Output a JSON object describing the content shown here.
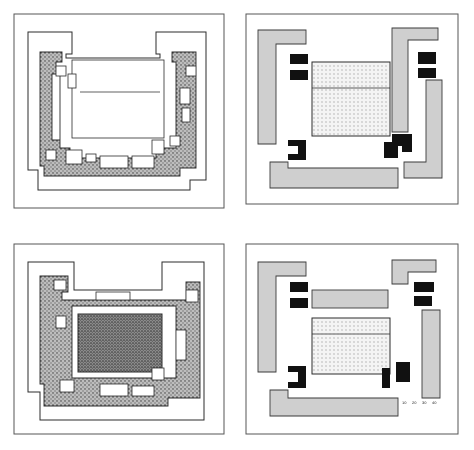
{
  "scale": {
    "labels": [
      "10",
      "20",
      "30",
      "40"
    ]
  },
  "colors": {
    "frame": "#555555",
    "gray_block": "#cfcfcf",
    "black_block": "#111111",
    "ink": "#2b2b2b"
  }
}
